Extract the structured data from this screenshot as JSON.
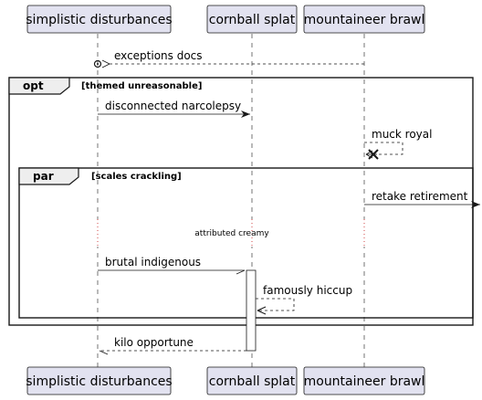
{
  "participants": [
    {
      "id": "p1",
      "label": "simplistic disturbances"
    },
    {
      "id": "p2",
      "label": "cornball splat"
    },
    {
      "id": "p3",
      "label": "mountaineer brawl"
    }
  ],
  "messages": {
    "m1": "exceptions docs",
    "m2": "disconnected narcolepsy",
    "m3": "muck royal",
    "m4": "retake retirement",
    "m5": "brutal indigenous",
    "m6": "famously hiccup",
    "m7": "kilo opportune"
  },
  "fragments": {
    "opt": {
      "keyword": "opt",
      "condition": "[themed unreasonable]"
    },
    "par": {
      "keyword": "par",
      "condition": "[scales crackling]"
    }
  },
  "delay_text": "attributed creamy",
  "colors": {
    "participant_fill": "#e2e2f0",
    "participant_border": "#181818",
    "lifeline": "#181818",
    "activation_fill": "#ffffff"
  }
}
